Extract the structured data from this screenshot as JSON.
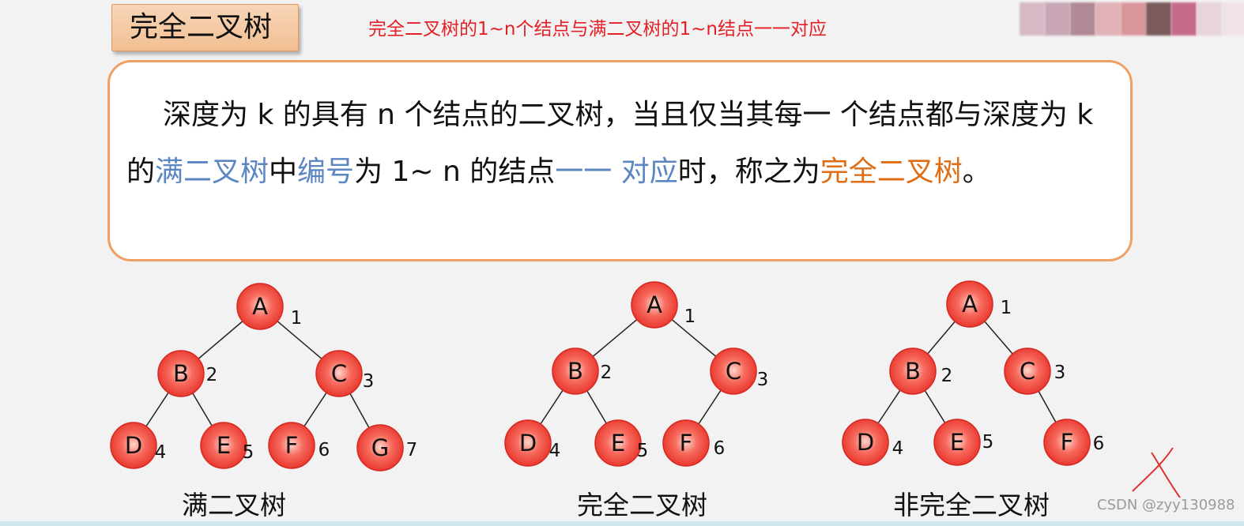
{
  "header": {
    "title": "完全二叉树",
    "note": "完全二叉树的1~n个结点与满二叉树的1~n结点一一对应"
  },
  "definition": {
    "part1": "深度为 k 的具有 n 个结点的二叉树，当且仅当其每一 个结点都与深度为 k 的",
    "link_full_tree": "满二叉树",
    "part2": "中",
    "link_numbering": "编号",
    "part3": "为 1~ n 的结点",
    "link_one_to_one": "一一 对应",
    "part4": "时，称之为",
    "highlight_term": "完全二叉树",
    "end_mark": "。"
  },
  "colors": {
    "node_fill": "#e8332a",
    "node_highlight": "#ffd6cc",
    "link_blue": "#5b86c1",
    "term_orange": "#de6e16",
    "note_red": "#e41f26",
    "box_border": "#f0a062"
  },
  "trees": [
    {
      "caption": "满二叉树",
      "nodes": [
        {
          "label": "A",
          "number": "1"
        },
        {
          "label": "B",
          "number": "2"
        },
        {
          "label": "C",
          "number": "3"
        },
        {
          "label": "D",
          "number": "4"
        },
        {
          "label": "E",
          "number": "5"
        },
        {
          "label": "F",
          "number": "6"
        },
        {
          "label": "G",
          "number": "7"
        }
      ]
    },
    {
      "caption": "完全二叉树",
      "nodes": [
        {
          "label": "A",
          "number": "1"
        },
        {
          "label": "B",
          "number": "2"
        },
        {
          "label": "C",
          "number": "3"
        },
        {
          "label": "D",
          "number": "4"
        },
        {
          "label": "E",
          "number": "5"
        },
        {
          "label": "F",
          "number": "6"
        }
      ]
    },
    {
      "caption": "非完全二叉树",
      "nodes": [
        {
          "label": "A",
          "number": "1"
        },
        {
          "label": "B",
          "number": "2"
        },
        {
          "label": "C",
          "number": "3"
        },
        {
          "label": "D",
          "number": "4"
        },
        {
          "label": "E",
          "number": "5"
        },
        {
          "label": "F",
          "number": "6"
        }
      ]
    }
  ],
  "annotation": "handwritten-x-mark",
  "watermark": "CSDN @zyy130988"
}
